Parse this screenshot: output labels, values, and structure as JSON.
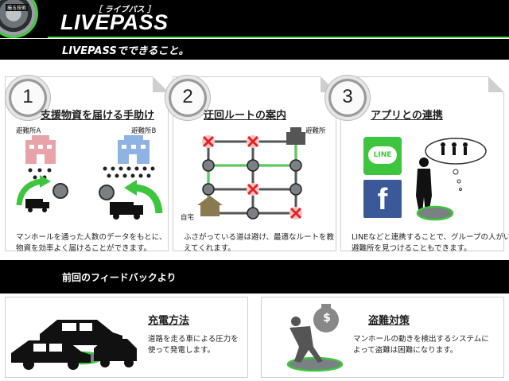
{
  "header": {
    "subtitle": "［ ライブパス ］",
    "title": "LIVEPASS",
    "logo_tag": "撮る技術"
  },
  "section": {
    "heading": "LIVEPASSでできること。"
  },
  "features": [
    {
      "number": "1",
      "title": "支援物資を届ける手助け",
      "desc_lines": [
        "マンホールを通った人数のデータをもとに、",
        "物資を効率よく届けることができます。"
      ],
      "labels": {
        "shelter_a": "避難所A",
        "shelter_b": "避難所B"
      }
    },
    {
      "number": "2",
      "title": "迂回ルートの案内",
      "desc_lines": [
        "ふさがっている道は避け、最適なルートを教",
        "えてくれます。"
      ],
      "labels": {
        "shelter": "避難所",
        "home": "自宅"
      }
    },
    {
      "number": "3",
      "title": "アプリとの連携",
      "desc_lines": [
        "LINEなどと連携することで、グループの人がいる",
        "避難所を見つけることもできます。"
      ],
      "labels": {
        "line_logo": "LINE",
        "facebook_logo": "f"
      }
    }
  ],
  "feedback": {
    "heading": "前回のフィードバックより",
    "items": [
      {
        "title": "充電方法",
        "desc_lines": [
          "道路を走る車による圧力を",
          "使って発電します。"
        ]
      },
      {
        "title": "盗難対策",
        "desc_lines": [
          "マンホールの動きを検出するシステムに",
          "よって盗難は困難になります。"
        ],
        "bag_symbol": "$"
      }
    ]
  },
  "colors": {
    "accent_green": "#4fd44f",
    "line_green": "#3ec53e",
    "facebook_blue": "#3b5998",
    "red_x": "#e02424",
    "building_pink": "#e8a3a8",
    "building_blue": "#8fb3e3"
  }
}
